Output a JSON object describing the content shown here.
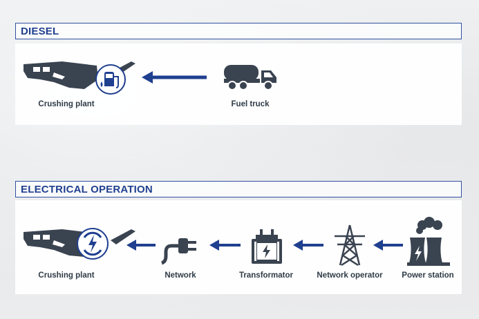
{
  "diesel": {
    "title": "DIESEL",
    "items": [
      {
        "label": "Crushing plant",
        "icon": "crusher-fuel-icon"
      },
      {
        "label": "Fuel truck",
        "icon": "truck-icon"
      }
    ]
  },
  "electrical": {
    "title": "ELECTRICAL OPERATION",
    "items": [
      {
        "label": "Crushing plant",
        "icon": "crusher-electric-icon"
      },
      {
        "label": "Network",
        "icon": "plug-icon"
      },
      {
        "label": "Transformator",
        "icon": "transformer-icon"
      },
      {
        "label": "Network operator",
        "icon": "pylon-icon"
      },
      {
        "label": "Power station",
        "icon": "power-station-icon"
      }
    ]
  },
  "colors": {
    "accent": "#1f3f8f",
    "icon": "#3a4350"
  }
}
